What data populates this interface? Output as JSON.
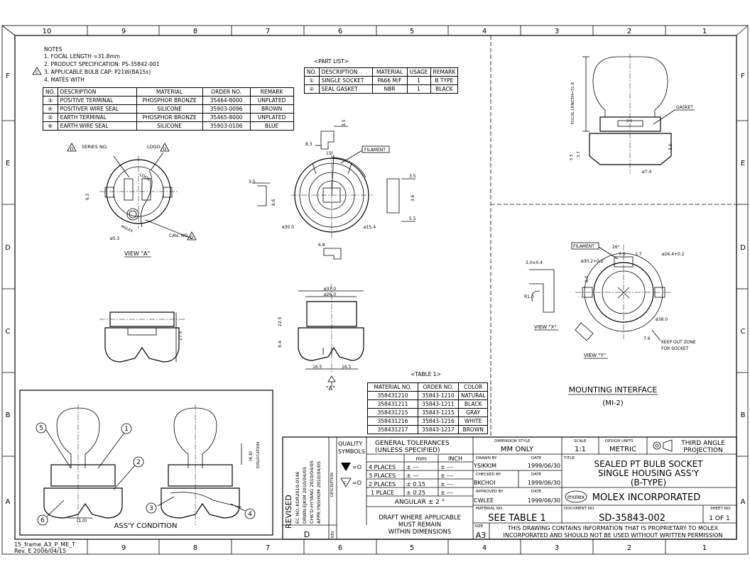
{
  "border": {
    "cols_top": [
      "10",
      "9",
      "8",
      "7",
      "6",
      "5",
      "4",
      "3",
      "2",
      "1"
    ],
    "cols_bottom": [
      "9",
      "8",
      "7",
      "6",
      "5",
      "4",
      "3",
      "2",
      "1"
    ],
    "rows": [
      "F",
      "E",
      "D",
      "C",
      "B",
      "A"
    ]
  },
  "notes": {
    "title": "NOTES",
    "items": [
      "1. FOCAL LENGTH =31.8mm",
      "2. PRODUCT SPECIFICATION: PS-35842-001",
      "3. APPLICABLE BULB CAP: P21W(BA15s)",
      "4. MATES WITH"
    ],
    "rev_flag": "C"
  },
  "mates_table": {
    "headers": [
      "NO.",
      "DESCRIPTION",
      "MATERIAL",
      "ORDER NO.",
      "REMARK"
    ],
    "rows": [
      [
        "③",
        "POSITIVE TERMINAL",
        "PHOSPHOR BRONZE",
        "35464-8000",
        "UNPLATED"
      ],
      [
        "④",
        "POSITIVER WIRE SEAL",
        "SILICONE",
        "35903-0096",
        "BROWN"
      ],
      [
        "⑤",
        "EARTH TERMINAL",
        "PHOSPHOR BRONZE",
        "35465-8000",
        "UNPLATED"
      ],
      [
        "⑥",
        "EARTH WIRE SEAL",
        "SILICONE",
        "35903-0106",
        "BLUE"
      ]
    ]
  },
  "part_list": {
    "title": "<PART LIST>",
    "headers": [
      "NO.",
      "DESCRIPTION",
      "MATERIAL",
      "USAGE",
      "REMARK"
    ],
    "rows": [
      [
        "①",
        "SINGLE SOCKET",
        "PA66 M/F",
        "1",
        "B TYPE"
      ],
      [
        "②",
        "SEAL GASKET",
        "NBR",
        "1",
        "BLACK"
      ]
    ]
  },
  "table1": {
    "title": "<TABLE 1>",
    "headers": [
      "MATERIAL NO.",
      "ORDER NO.",
      "COLOR"
    ],
    "rows": [
      [
        "358431210",
        "35843-1210",
        "NATURAL"
      ],
      [
        "358431211",
        "35843-1211",
        "BLACK"
      ],
      [
        "358431215",
        "35843-1215",
        "GRAY"
      ],
      [
        "358431216",
        "35843-1216",
        "WHITE"
      ],
      [
        "358431217",
        "35843-1217",
        "BROWN"
      ]
    ]
  },
  "labels": {
    "series_no": "SERIES NO.",
    "logo": "LOGO",
    "cav_no": "CAV. NO.",
    "view_a": "VIEW \"A\"",
    "flag_d": "D",
    "filament": "FILAMENT",
    "filament2": "FILAMENT",
    "arrow_a": "\"A\"",
    "gasket": "GASKET",
    "focal_length": "FOCAL LENGTH=31.8",
    "view_x": "VIEW \"X\"",
    "view_y": "VIEW \"Y\"",
    "keep_out_1": "KEEP OUT ZONE",
    "keep_out_2": "FOR SOCKET",
    "mounting_title": "MOUNTING INTERFACE",
    "mounting_sub": "(MI-2)",
    "assy_condition": "ASS'Y CONDITION",
    "dislocation": "DISLOCATION",
    "look": "LOOK",
    "molex_mark": "MOLEX",
    "balloon_1": "1",
    "balloon_2": "2",
    "balloon_3": "3",
    "balloon_4": "4",
    "balloon_5": "5",
    "balloon_6": "6"
  },
  "dims": {
    "d_5_3": "ø5.3",
    "d_6_5": "6.5",
    "d_8_3": "8.3",
    "d_15": "15°",
    "d_3_5a": "3.5",
    "d_3_5b": "3.5",
    "d_3_5c": "3.5",
    "d_8_6": "8.6",
    "d_3_6": "3.6",
    "d_5_5": "5.5",
    "d_30": "ø30.0",
    "d_15_4": "ø15.4",
    "d_6_8": "6.8",
    "d_37": "ø37.0",
    "d_26": "ø26.0",
    "d_22_5": "22.5",
    "d_9_4": "9.4",
    "d_16_5a": "16.5",
    "d_16_5b": "16.5",
    "d_27_5": "27.5",
    "d_2_6": "2.6",
    "d_3_0": "3.0",
    "d_7_4": "ø7.4",
    "d_5_5b": "5.5",
    "d_3_7": "3.7",
    "d_26deg": "26°",
    "d_7_0": "7.0",
    "d_1_7": "1.7",
    "d_26_4": "ø26.4+0.2",
    "d_30_2": "ø30.2+0.2",
    "d_3_0_4": "3.0±0.4",
    "d_r1": "R1.0",
    "d_9_0": "9.0",
    "d_38": "ø38.0",
    "d_7_6": "7.6",
    "d_6_8b": "(6.8)",
    "d_1_0": "(1.0)"
  },
  "rev_block": {
    "header": "REVISED",
    "entries": [
      "EC NO.:KOR2010-0146",
      "DRWN:EJKIM   2010/04/05",
      "CHK'D:HYYANG   2010/04/05",
      "APPR:YNSHKIM   2010/04/05"
    ],
    "desc_label": "DESCRIPTION",
    "rev_letter": "D",
    "rev_label": "REV"
  },
  "quality": {
    "title": "QUALITY SYMBOLS",
    "sym1": "=O",
    "sym2": "=O"
  },
  "tolerances": {
    "title": "GENERAL TOLERANCES",
    "sub": "(UNLESS SPECIFIED)",
    "mm": "mm",
    "inch": "INCH",
    "rows": [
      [
        "4 PLACES",
        "± ---",
        "± ---"
      ],
      [
        "3 PLACES",
        "± ---",
        "± ---"
      ],
      [
        "2 PLACES",
        "± 0.15",
        "± ---"
      ],
      [
        "1 PLACE",
        "± 0.25",
        "± ---"
      ]
    ],
    "angular": "ANGULAR ± 2 °",
    "draft": [
      "DRAFT WHERE APPLICABLE",
      "MUST REMAIN",
      "WITHIN DIMENSIONS"
    ]
  },
  "title_block": {
    "dim_style_label": "DIMENSION STYLE",
    "dim_style": "MM ONLY",
    "scale_label": "SCALE",
    "scale": "1:1",
    "units_label": "DESIGN UNITS",
    "units": "METRIC",
    "projection": [
      "THIRD ANGLE",
      "PROJECTION"
    ],
    "drawn_by_label": "DRAWN BY",
    "drawn_by": "YSIKKIM",
    "drawn_date": "1999/06/30",
    "checked_label": "CHECKED BY",
    "checked_by": "BKCHOI",
    "checked_date": "1999/06/30",
    "approved_label": "APPROVED BY",
    "approved_by": "CWLEE",
    "approved_date": "1999/06/30",
    "date_label": "DATE",
    "title_label": "TITLE",
    "title_lines": [
      "SEALED PT BULB SOCKET",
      "SINGLE HOUSING ASS'Y",
      "(B-TYPE)"
    ],
    "company_logo": "molex",
    "company": "MOLEX INCORPORATED",
    "material_label": "MATERIAL NO.",
    "material": "SEE TABLE 1",
    "document_label": "DOCUMENT NO.",
    "document": "SD-35843-002",
    "sheet_label": "SHEET NO.",
    "sheet": "1 OF 1",
    "size_label": "SIZE",
    "size": "A3",
    "notice": [
      "THIS DRAWING CONTAINS INFORMATION THAT IS PROPRIETARY TO MOLEX",
      "INCORPORATED AND SHOULD NOT BE USED WITHOUT WRITTEN PERMISSION"
    ]
  },
  "frame_label": [
    "15_frame_A3_P_ME_T",
    "Rev. E 2006/04/15"
  ]
}
